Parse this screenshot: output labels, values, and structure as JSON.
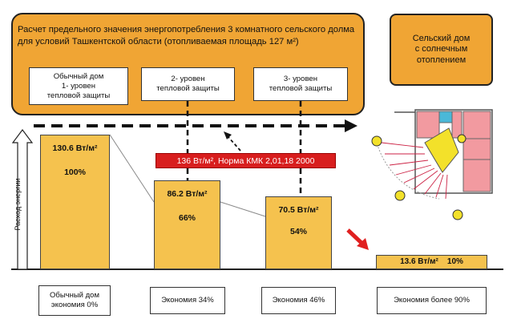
{
  "title": "Расчет предельного значения энергопотребления 3 комнатного сельского долма для условий Ташкентской области (отопливаемая площадь 127 м²)",
  "protection_levels": [
    {
      "line1": "Обычный дом",
      "line2": "1- уровен",
      "line3": "тепловой защиты"
    },
    {
      "line1": "2- уровен",
      "line2": "тепловой защиты"
    },
    {
      "line1": "3- уровен",
      "line2": "тепловой защиты"
    }
  ],
  "side_box": {
    "line1": "Сельский дом",
    "line2": "с солнечным",
    "line3": "отоплением"
  },
  "axis_label": "Расход энергии",
  "norm_label": "136 Вт/м², Норма КМК 2,01,18 2000",
  "chart_data": {
    "type": "bar",
    "categories": [
      "Обычный дом экономия 0%",
      "Экономия 34%",
      "Экономия 46%",
      "Экономия более 90%"
    ],
    "values": [
      130.6,
      86.2,
      70.5,
      13.6
    ],
    "value_labels": [
      "130.6 Вт/м²",
      "86.2 Вт/м²",
      "70.5 Вт/м²",
      "13.6 Вт/м²"
    ],
    "percent_labels": [
      "100%",
      "66%",
      "54%",
      "10%"
    ],
    "ylabel": "Расход энергии",
    "norm_value": 136,
    "ylim": [
      0,
      160
    ]
  },
  "bottom_labels": [
    {
      "line1": "Обычный дом",
      "line2": "экономия 0%"
    },
    {
      "line1": "Экономия 34%"
    },
    {
      "line1": "Экономия 46%"
    },
    {
      "line1": "Экономия более 90%"
    }
  ],
  "colors": {
    "orange": "#f0a534",
    "bar": "#f5c24e",
    "red": "#d81e1e",
    "room_pink": "#f29aa0",
    "room_yellow": "#f3e12a",
    "room_blue": "#4ab8d8"
  }
}
